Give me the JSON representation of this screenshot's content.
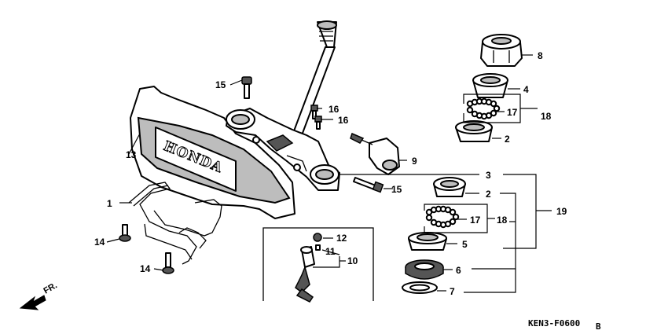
{
  "diagram": {
    "drawing_code": "KEN3-F0600",
    "drawing_code_suffix": "B",
    "front_arrow_label": "FR.",
    "brand_plate_text": "HONDA",
    "callouts": {
      "c1": "1",
      "c2a": "2",
      "c2b": "2",
      "c3": "3",
      "c4": "4",
      "c5": "5",
      "c6": "6",
      "c7": "7",
      "c8": "8",
      "c9": "9",
      "c10": "10",
      "c11": "11",
      "c12": "12",
      "c13": "13",
      "c14a": "14",
      "c14b": "14",
      "c15a": "15",
      "c15b": "15",
      "c16a": "16",
      "c16b": "16",
      "c17a": "17",
      "c17b": "17",
      "c18a": "18",
      "c18b": "18",
      "c19": "19"
    }
  }
}
